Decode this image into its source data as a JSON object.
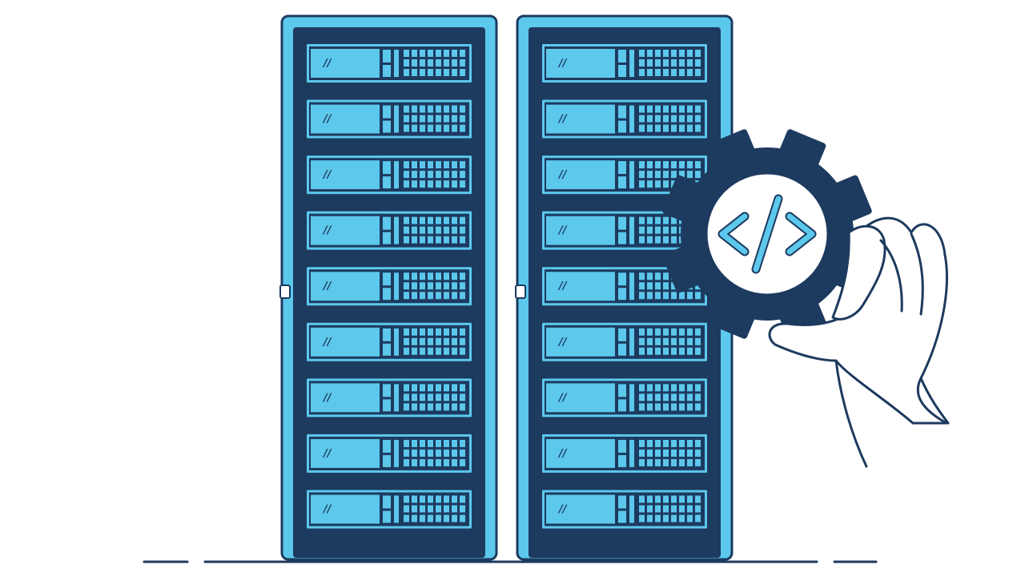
{
  "illustration": {
    "palette": {
      "navy": "#1d3a5f",
      "light_blue": "#5cc8ec",
      "outline": "#1d3a5f",
      "background": "#ffffff"
    },
    "racks": [
      {
        "id": "left-rack",
        "units": 9
      },
      {
        "id": "right-rack",
        "units": 9
      }
    ],
    "server_unit_mark": "//",
    "gear_icon": "code-gear-icon",
    "code_symbol": "</>",
    "hand_icon": "hand-outline-icon"
  }
}
